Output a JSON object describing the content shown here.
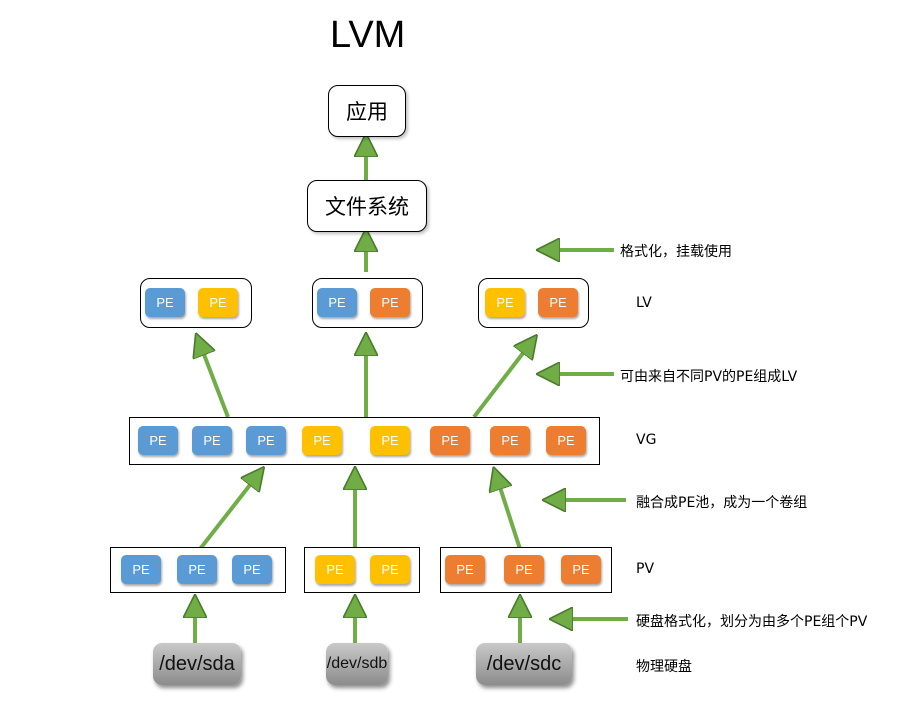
{
  "title": "LVM",
  "app_node": "应用",
  "fs_node": "文件系统",
  "lv_groups": [
    [
      "blue",
      "yellow"
    ],
    [
      "blue",
      "orange"
    ],
    [
      "yellow",
      "orange"
    ]
  ],
  "vg_pes": [
    "blue",
    "blue",
    "blue",
    "yellow",
    "yellow",
    "orange",
    "orange",
    "orange"
  ],
  "pv_groups": [
    [
      "blue",
      "blue",
      "blue"
    ],
    [
      "yellow",
      "yellow"
    ],
    [
      "orange",
      "orange",
      "orange"
    ]
  ],
  "pe_label": "PE",
  "disks": [
    "/dev/sda",
    "/dev/sdb",
    "/dev/sdc"
  ],
  "annotations": {
    "format_mount": "格式化，挂载使用",
    "lv": "LV",
    "lv_desc": "可由来自不同PV的PE组成LV",
    "vg": "VG",
    "vg_desc": "融合成PE池，成为一个卷组",
    "pv": "PV",
    "pv_desc": "硬盘格式化，划分为由多个PE组个PV",
    "physical": "物理硬盘"
  },
  "colors": {
    "blue": "#5b9bd5",
    "yellow": "#ffc000",
    "orange": "#ed7d31",
    "arrow": "#70ad47"
  }
}
